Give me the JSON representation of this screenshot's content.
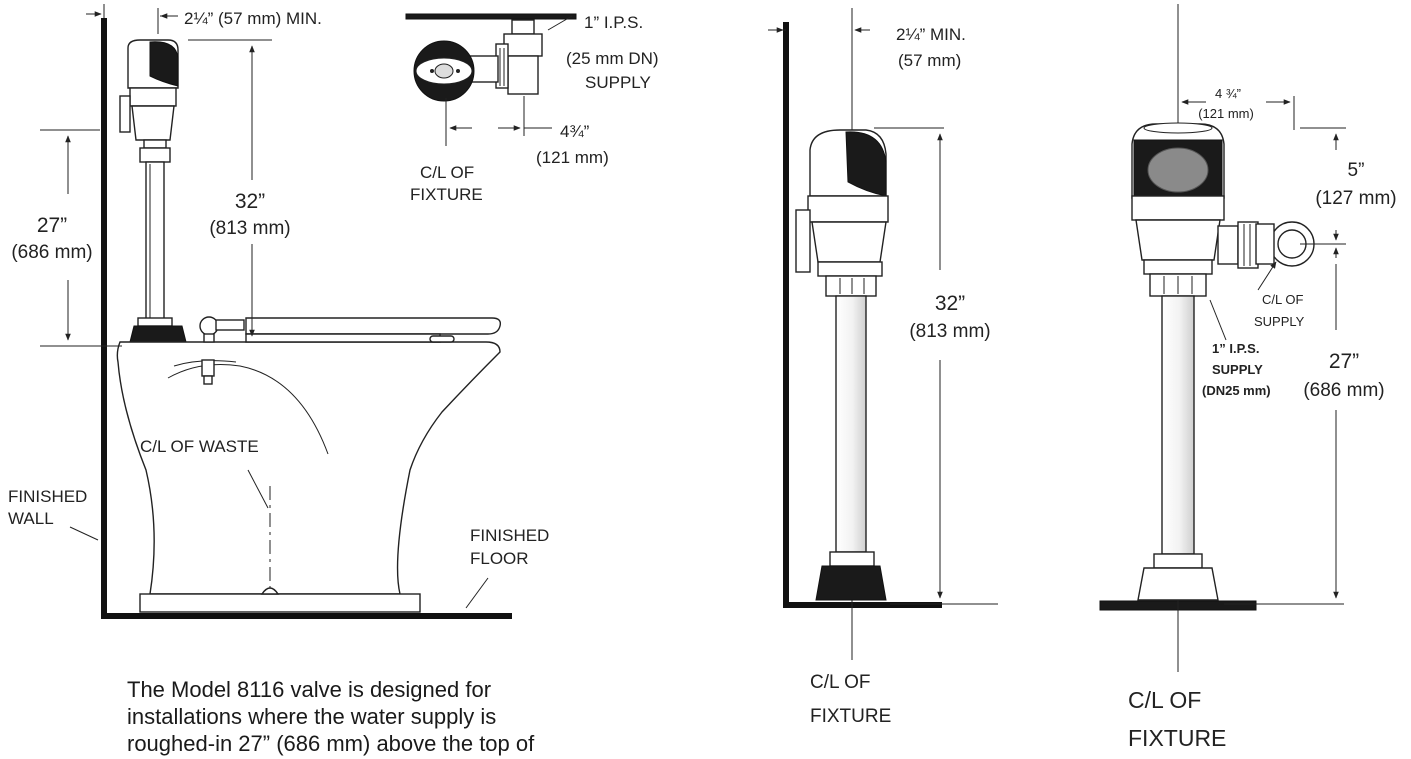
{
  "left_view": {
    "setback": "2¼” (57 mm) MIN.",
    "height_32": "32”",
    "height_32_mm": "(813 mm)",
    "height_27": "27”",
    "height_27_mm": "(686 mm)",
    "waste": "C/L OF WASTE",
    "wall_1": "FINISHED",
    "wall_2": "WALL",
    "floor_1": "FINISHED",
    "floor_2": "FLOOR"
  },
  "top_view": {
    "supply_1": "1” I.P.S.",
    "supply_2": "(25 mm DN)",
    "supply_3": "SUPPLY",
    "offset": "4¾”",
    "offset_mm": "(121 mm)",
    "fixture_1": "C/L OF",
    "fixture_2": "FIXTURE"
  },
  "side_view": {
    "setback": "2¼” MIN.",
    "setback_mm": "(57 mm)",
    "height_32": "32”",
    "height_32_mm": "(813 mm)",
    "fixture_1": "C/L OF",
    "fixture_2": "FIXTURE"
  },
  "front_view": {
    "offset": "4 ¾”",
    "offset_mm": "(121 mm)",
    "height_5": "5”",
    "height_5_mm": "(127 mm)",
    "cl_supply_1": "C/L OF",
    "cl_supply_2": "SUPPLY",
    "ips_1": "1” I.P.S.",
    "ips_2": "SUPPLY",
    "ips_3": "(DN25 mm)",
    "height_27": "27”",
    "height_27_mm": "(686 mm)",
    "fixture_1": "C/L OF",
    "fixture_2": "FIXTURE"
  },
  "caption": "The Model 8116 valve is designed for\ninstallations where the water supply is\nroughed-in 27” (686 mm) above the top of"
}
